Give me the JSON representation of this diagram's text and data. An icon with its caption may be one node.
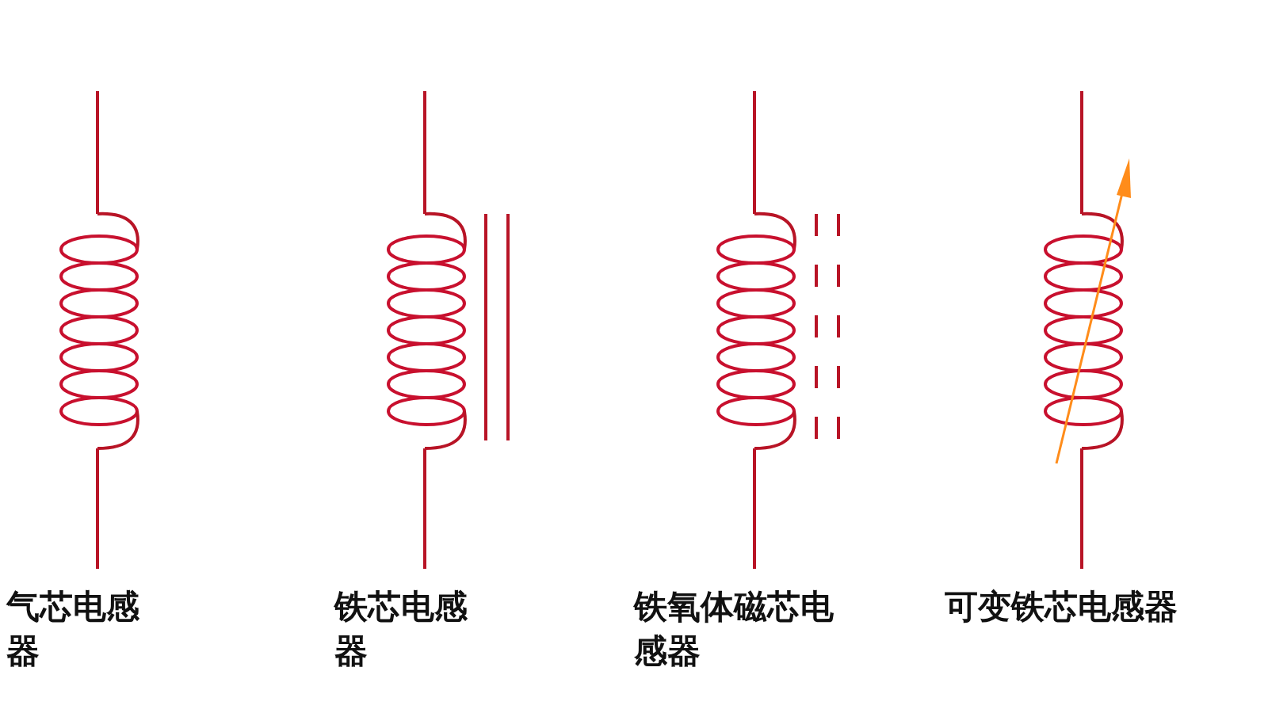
{
  "diagram": {
    "labels": [
      "气芯电感器",
      "铁芯电感器",
      "铁氧体磁芯电感器",
      "可变铁芯电感器"
    ]
  }
}
